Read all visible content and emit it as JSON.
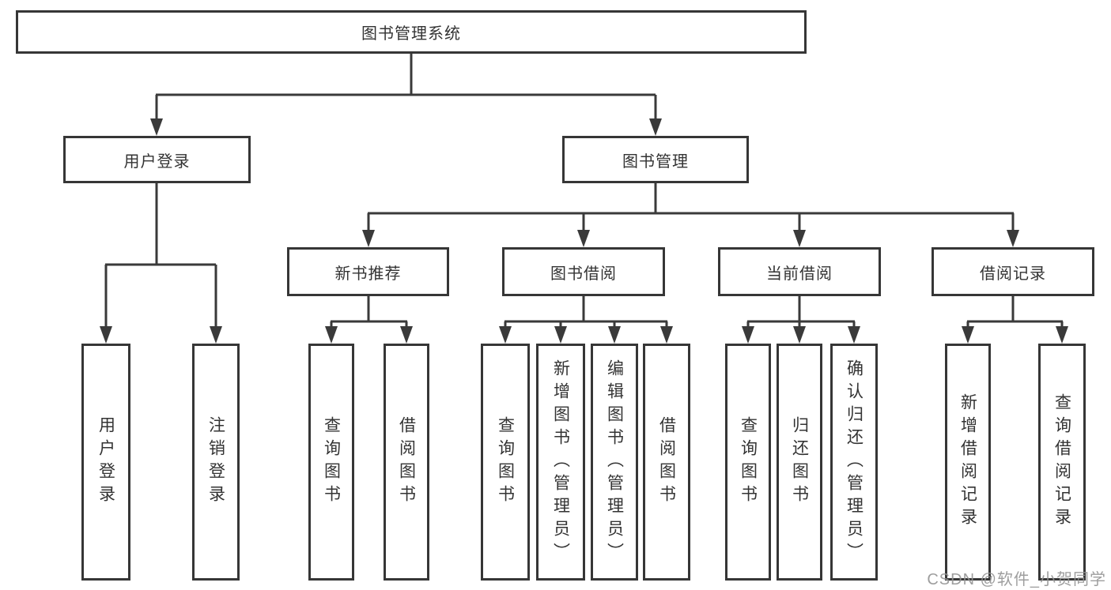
{
  "diagram": {
    "root": {
      "label": "图书管理系统"
    },
    "level1": [
      {
        "label": "用户登录"
      },
      {
        "label": "图书管理"
      }
    ],
    "level2": [
      {
        "label": "新书推荐"
      },
      {
        "label": "图书借阅"
      },
      {
        "label": "当前借阅"
      },
      {
        "label": "借阅记录"
      }
    ],
    "leaves": {
      "user_login": [
        {
          "label": "用户登录"
        },
        {
          "label": "注销登录"
        }
      ],
      "new_books": [
        {
          "label": "查询图书"
        },
        {
          "label": "借阅图书"
        }
      ],
      "book_borrow": [
        {
          "label": "查询图书"
        },
        {
          "label": "新增图书（管理员）"
        },
        {
          "label": "编辑图书（管理员）"
        },
        {
          "label": "借阅图书"
        }
      ],
      "current_borrow": [
        {
          "label": "查询图书"
        },
        {
          "label": "归还图书"
        },
        {
          "label": "确认归还（管理员）"
        }
      ],
      "borrow_records": [
        {
          "label": "新增借阅记录"
        },
        {
          "label": "查询借阅记录"
        }
      ]
    },
    "watermark": "CSDN @软件_小贺同学",
    "colors": {
      "line": "#3a3a3a",
      "border": "#363636",
      "text": "#333333",
      "background": "#ffffff",
      "watermark": "#949494"
    }
  }
}
